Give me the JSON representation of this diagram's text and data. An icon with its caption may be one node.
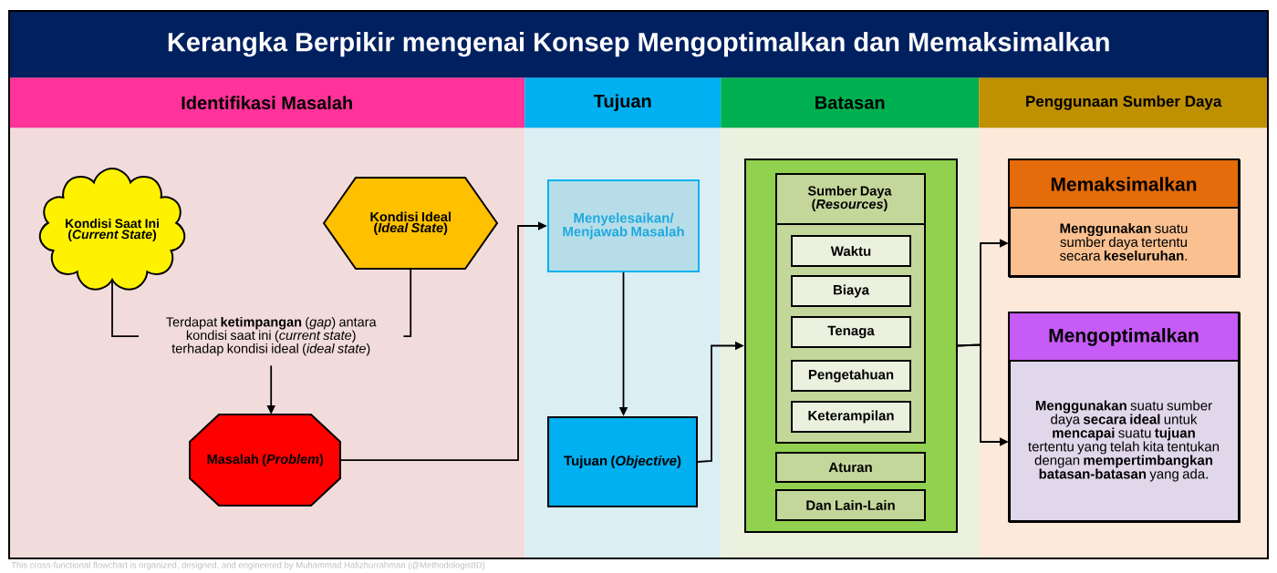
{
  "diagram": {
    "title": "Kerangka Berpikir mengenai Konsep Mengoptimalkan dan Memaksimalkan",
    "nodes": [
      {
        "text": [
          "Identifikasi Masalah"
        ]
      },
      {
        "text": [
          "Tujuan"
        ]
      },
      {
        "text": [
          "Batasan"
        ]
      },
      {
        "text": [
          "Penggunaan Sumber Daya"
        ]
      },
      {
        "text": [
          "Kondisi Saat Ini (*Current State*)"
        ],
        "in": 0
      },
      {
        "text": [
          "Kondisi Ideal (*Ideal State*)"
        ],
        "in": 0
      },
      {
        "text": [
          "Terdapat **ketimpangan** (*gap*) antara kondisi saat ini (*current state*) terhadap kondisi ideal (*ideal state*)"
        ],
        "in": 0
      },
      {
        "text": [
          "Masalah (*Problem*)"
        ],
        "in": 0
      },
      {
        "text": [
          "Menyelesaikan/ Menjawab Masalah"
        ],
        "in": 1
      },
      {
        "text": [
          "Tujuan (*Objective*)"
        ],
        "in": 1
      },
      {
        "text": [],
        "shape": "box",
        "in": 2
      },
      {
        "text": [
          "Sumber Daya (*Resources*)"
        ],
        "in": 10
      },
      {
        "text": [
          "Waktu"
        ],
        "in": 11
      },
      {
        "text": [
          "Biaya"
        ],
        "in": 11
      },
      {
        "text": [
          "Tenaga"
        ],
        "in": 11
      },
      {
        "text": [
          "Pengetahuan"
        ],
        "in": 11
      },
      {
        "text": [
          "Keterampilan"
        ],
        "in": 11
      },
      {
        "text": [
          "Aturan"
        ],
        "in": 10
      },
      {
        "text": [
          "Dan Lain-Lain"
        ],
        "in": 10
      },
      {
        "text": [
          "Memaksimalkan",
          "**Menggunakan** suatu sumber daya tertentu secara **keseluruhan**."
        ],
        "in": 3
      },
      {
        "text": [
          "Mengoptimalkan",
          "**Menggunakan** suatu sumber daya **secara ideal** untuk **mencapai** suatu **tujuan** tertentu yang telah kita tentukan dengan **mempertimbangkan** **batasan-batasan** yang ada."
        ],
        "in": 3
      }
    ],
    "edges": [
      {
        "from": 4,
        "to": 6,
        "arrow": "none"
      },
      {
        "from": 5,
        "to": 6,
        "arrow": "none"
      },
      {
        "from": 6,
        "to": 7,
        "arrow": "to"
      },
      {
        "from": 7,
        "to": 8,
        "arrow": "to"
      },
      {
        "from": 8,
        "to": 9,
        "arrow": "to"
      },
      {
        "from": 9,
        "to": 10,
        "arrow": "to"
      },
      {
        "from": 10,
        "to": 19,
        "arrow": "to"
      },
      {
        "from": 10,
        "to": 20,
        "arrow": "to"
      }
    ],
    "caption": "This cross-functional flowchart is organized, designed, and engineered by Muhammad Hafizhurrahman (@MethodologistID)"
  }
}
